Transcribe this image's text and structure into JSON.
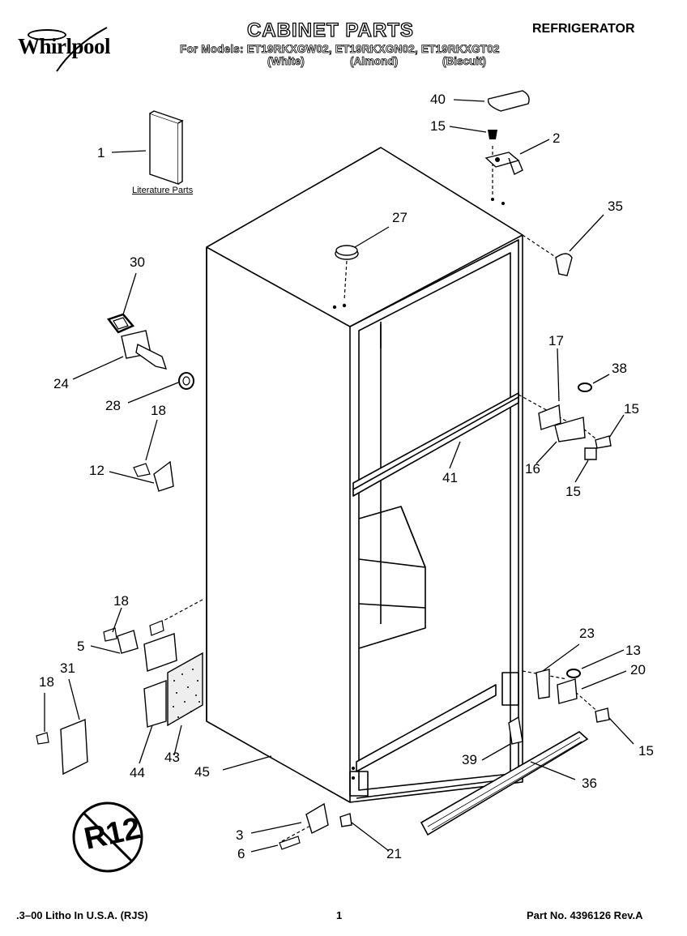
{
  "brand": "Whirlpool",
  "title": "CABINET PARTS",
  "category": "REFRIGERATOR",
  "models_line": "For Models: ET19RKXGW02, ET19RKXGN02, ET19RKXGT02",
  "model_colors": [
    "(White)",
    "(Almond)",
    "(Biscuit)"
  ],
  "literature_label": "Literature Parts",
  "r12_mark": "R12",
  "callouts": {
    "c1": "1",
    "c2": "2",
    "c3": "3",
    "c5": "5",
    "c6": "6",
    "c12": "12",
    "c13": "13",
    "c15a": "15",
    "c15b": "15",
    "c15c": "15",
    "c15d": "15",
    "c16": "16",
    "c17": "17",
    "c18a": "18",
    "c18b": "18",
    "c18c": "18",
    "c20": "20",
    "c21": "21",
    "c23": "23",
    "c24": "24",
    "c27": "27",
    "c28": "28",
    "c30": "30",
    "c31": "31",
    "c35": "35",
    "c36": "36",
    "c38": "38",
    "c39": "39",
    "c40": "40",
    "c41": "41",
    "c43": "43",
    "c44": "44",
    "c45": "45"
  },
  "footer": {
    "left": ".3–00 Litho In U.S.A. (RJS)",
    "page": "1",
    "part_no": "Part No. 4396126 Rev.A"
  }
}
